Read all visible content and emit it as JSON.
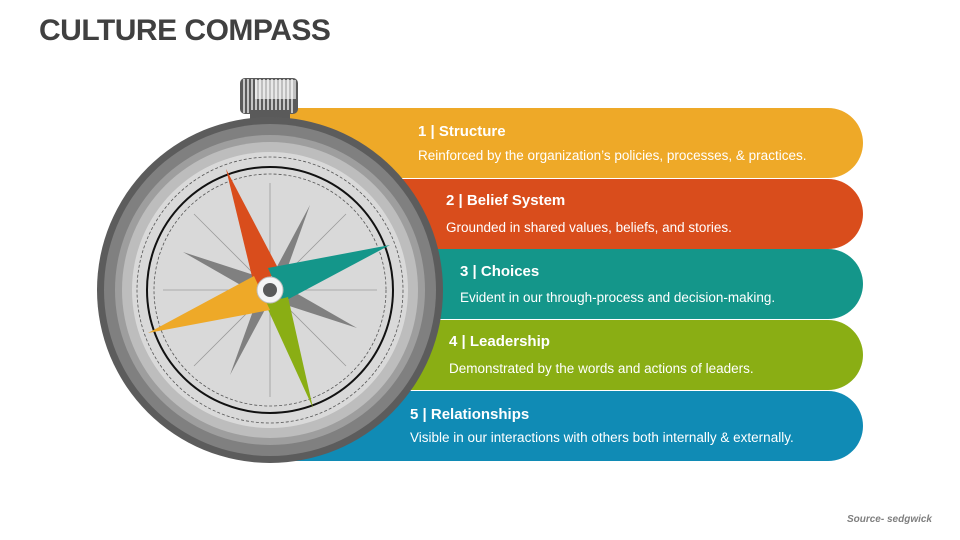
{
  "title": "CULTURE COMPASS",
  "items": [
    {
      "number": "1",
      "heading": "1 | Structure",
      "description": "Reinforced by the organization’s policies, processes, & practices.",
      "color": "#EEA928"
    },
    {
      "number": "2",
      "heading": "2 | Belief System",
      "description": "Grounded in shared values, beliefs, and stories.",
      "color": "#D94D1C"
    },
    {
      "number": "3",
      "heading": "3 | Choices",
      "description": "Evident in our through-process and decision-making.",
      "color": "#14968A"
    },
    {
      "number": "4",
      "heading": "4 | Leadership",
      "description": "Demonstrated by the words and actions of leaders.",
      "color": "#8AAE14"
    },
    {
      "number": "5",
      "heading": "5 | Relationships",
      "description": "Visible in our interactions with others both internally & externally.",
      "color": "#108BB5"
    }
  ],
  "source": "Source- sedgwick",
  "compass": {
    "needle_colors": {
      "north": "#D94D1C",
      "east": "#14968A",
      "south": "#8AAE14",
      "west": "#EEA928"
    },
    "icon": "compass-icon"
  }
}
